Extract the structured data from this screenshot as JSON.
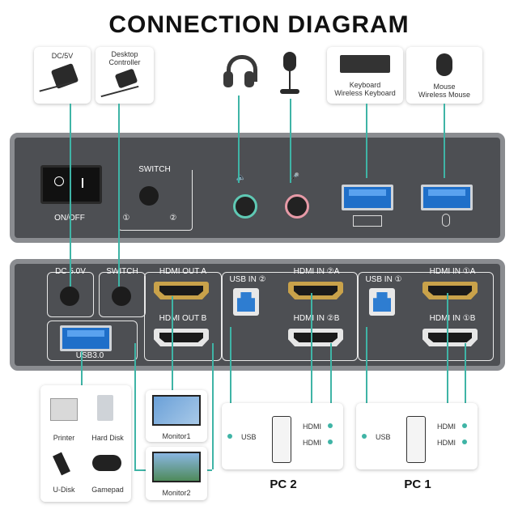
{
  "title": "CONNECTION DIAGRAM",
  "top_devices": {
    "dc": "DC/5V",
    "desktop_controller": "Desktop\nController",
    "keyboard": "Keyboard\nWireless Keyboard",
    "mouse": "Mouse\nWireless Mouse"
  },
  "front_panel": {
    "power_label": "ON/OFF",
    "switch_label": "SWITCH",
    "switch_one": "①",
    "switch_two": "②"
  },
  "back_panel": {
    "dc": "DC 5.0V",
    "switch": "SWITCH",
    "hdmi_out_a": "HDMI OUT A",
    "hdmi_out_b": "HDMI OUT B",
    "usb_in_2": "USB IN ②",
    "hdmi_in_2a": "HDMI IN ②A",
    "hdmi_in_2b": "HDMI IN ②B",
    "usb_in_1": "USB IN ①",
    "hdmi_in_1a": "HDMI IN ①A",
    "hdmi_in_1b": "HDMI IN ①B",
    "usb30": "USB3.0"
  },
  "peripherals": {
    "printer": "Printer",
    "hard_disk": "Hard Disk",
    "udisk": "U-Disk",
    "gamepad": "Gamepad",
    "monitor1": "Monitor1",
    "monitor2": "Monitor2"
  },
  "pc2": {
    "usb": "USB",
    "hdmi1": "HDMI",
    "hdmi2": "HDMI",
    "label": "PC 2"
  },
  "pc1": {
    "usb": "USB",
    "hdmi1": "HDMI",
    "hdmi2": "HDMI",
    "label": "PC 1"
  },
  "colors": {
    "line": "#3fb4a6",
    "panel": "#4d4f53",
    "gold": "#c9a24a",
    "usb_blue": "#1f6fc9"
  }
}
